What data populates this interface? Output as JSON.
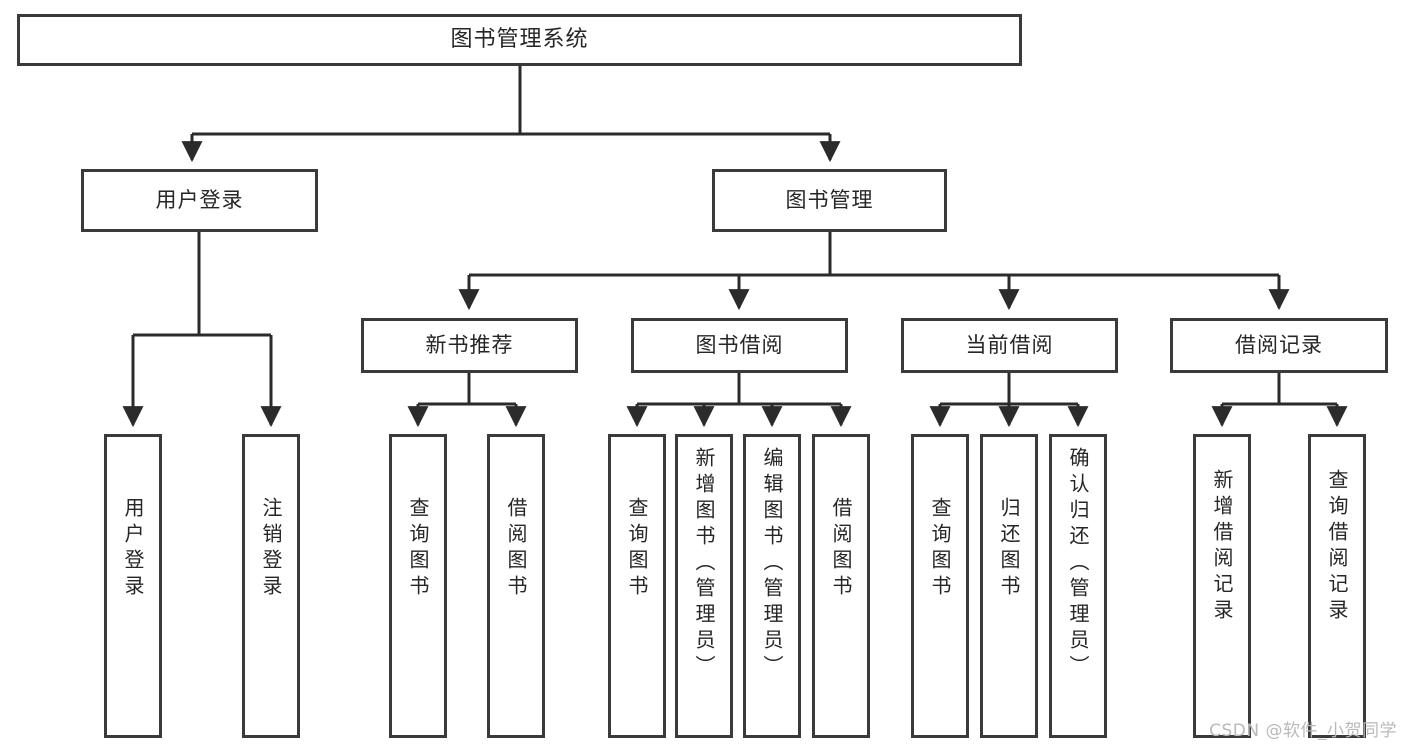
{
  "diagram": {
    "title": "图书管理系统",
    "type": "tree-hierarchy-diagram",
    "colors": {
      "node_border": "#3a3a3a",
      "node_fill": "#ffffff",
      "connector": "#2b2b2b",
      "text": "#262626",
      "watermark": "#b9b9b9",
      "background": "#ffffff"
    },
    "root": {
      "label": "图书管理系统"
    },
    "level2": [
      {
        "label": "用户登录"
      },
      {
        "label": "图书管理"
      }
    ],
    "level3": [
      {
        "label": "新书推荐"
      },
      {
        "label": "图书借阅"
      },
      {
        "label": "当前借阅"
      },
      {
        "label": "借阅记录"
      }
    ],
    "leaves": {
      "user_login": [
        {
          "label": "用户登录"
        },
        {
          "label": "注销登录"
        }
      ],
      "new_book_recommend": [
        {
          "label": "查询图书"
        },
        {
          "label": "借阅图书"
        }
      ],
      "book_borrow": [
        {
          "label": "查询图书"
        },
        {
          "label": "新增图书（管理员）"
        },
        {
          "label": "编辑图书（管理员）"
        },
        {
          "label": "借阅图书"
        }
      ],
      "current_borrow": [
        {
          "label": "查询图书"
        },
        {
          "label": "归还图书"
        },
        {
          "label": "确认归还（管理员）"
        }
      ],
      "borrow_records": [
        {
          "label": "新增借阅记录"
        },
        {
          "label": "查询借阅记录"
        }
      ]
    }
  },
  "watermark": {
    "text": "CSDN @软件_小贺同学"
  }
}
